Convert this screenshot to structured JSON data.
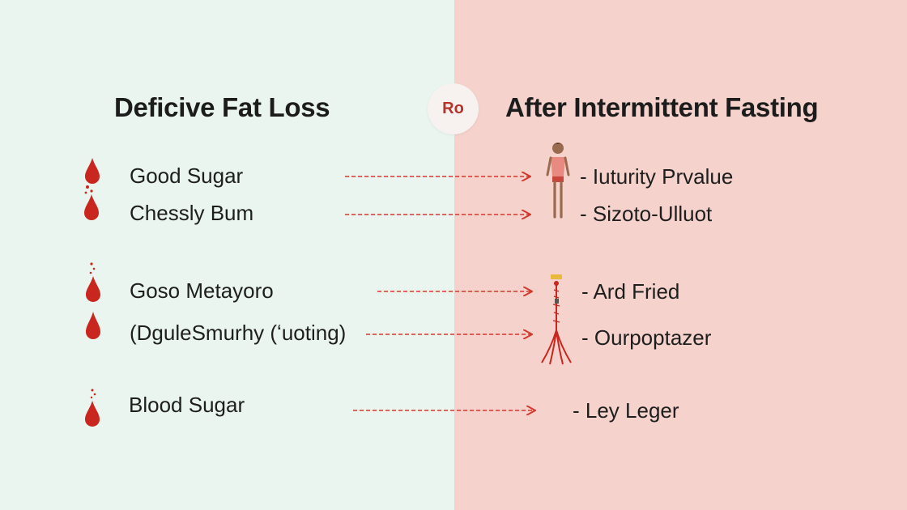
{
  "panels": {
    "left_bg": "#e9f5ee",
    "right_bg": "#f5d2cc"
  },
  "headings": {
    "left": "Deficive Fat Loss",
    "right": "After Intermittent Fasting"
  },
  "vs_badge": "Ro",
  "left_items": [
    "Good Sugar",
    "Chessly Bum",
    "Goso Metayoro",
    "(DguleSmurhy (ʻuoting)",
    "Blood Sugar"
  ],
  "right_items": [
    "- Iuturity Prvalue",
    "- Sizoto-Ulluot",
    "- Ard Fried",
    "- Ourpoptazer",
    "- Ley Leger"
  ],
  "icons": {
    "left_marker": "blood-drop-icon",
    "top_figure": "person-icon",
    "lower_figure": "nerve-figure-icon"
  },
  "colors": {
    "drop": "#c8261e",
    "arrow": "#d23a30",
    "badge_text": "#b5332a"
  }
}
